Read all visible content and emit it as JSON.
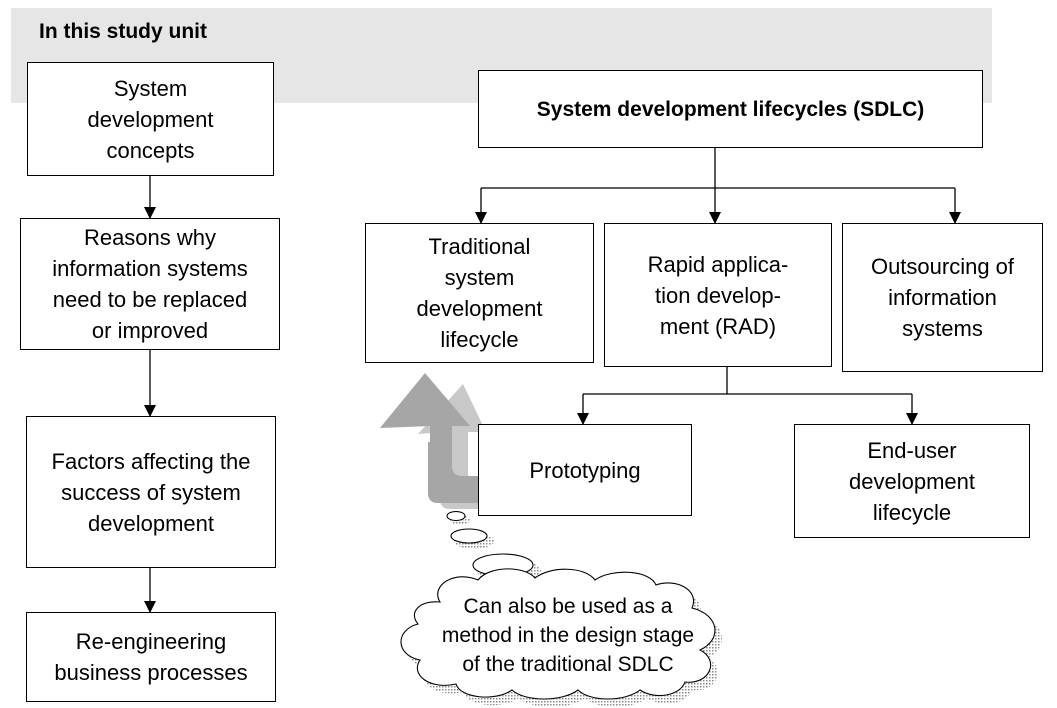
{
  "header": {
    "title": "In this study unit"
  },
  "left_column": [
    {
      "label": "System\ndevelopment\nconcepts"
    },
    {
      "label": "Reasons why\ninformation systems\nneed to be replaced\nor improved"
    },
    {
      "label": "Factors affecting the\nsuccess of system\ndevelopment"
    },
    {
      "label": "Re-engineering\nbusiness processes"
    }
  ],
  "sdlc": {
    "title": "System development lifecycles (SDLC)",
    "children": [
      {
        "label": "Traditional\nsystem\ndevelopment\nlifecycle"
      },
      {
        "label": "Rapid applica-\ntion develop-\nment (RAD)"
      },
      {
        "label": "Outsourcing of\ninformation\nsystems"
      }
    ],
    "rad_children": [
      {
        "label": "Prototyping"
      },
      {
        "label": "End-user\ndevelopment\nlifecycle"
      }
    ]
  },
  "note": {
    "text": "Can also be used as a\nmethod in the design stage\nof the traditional SDLC"
  },
  "colors": {
    "banner": "#e6e6e6",
    "arrow_fill": "#a6a6a6",
    "shadow": "#c0c0c0"
  }
}
